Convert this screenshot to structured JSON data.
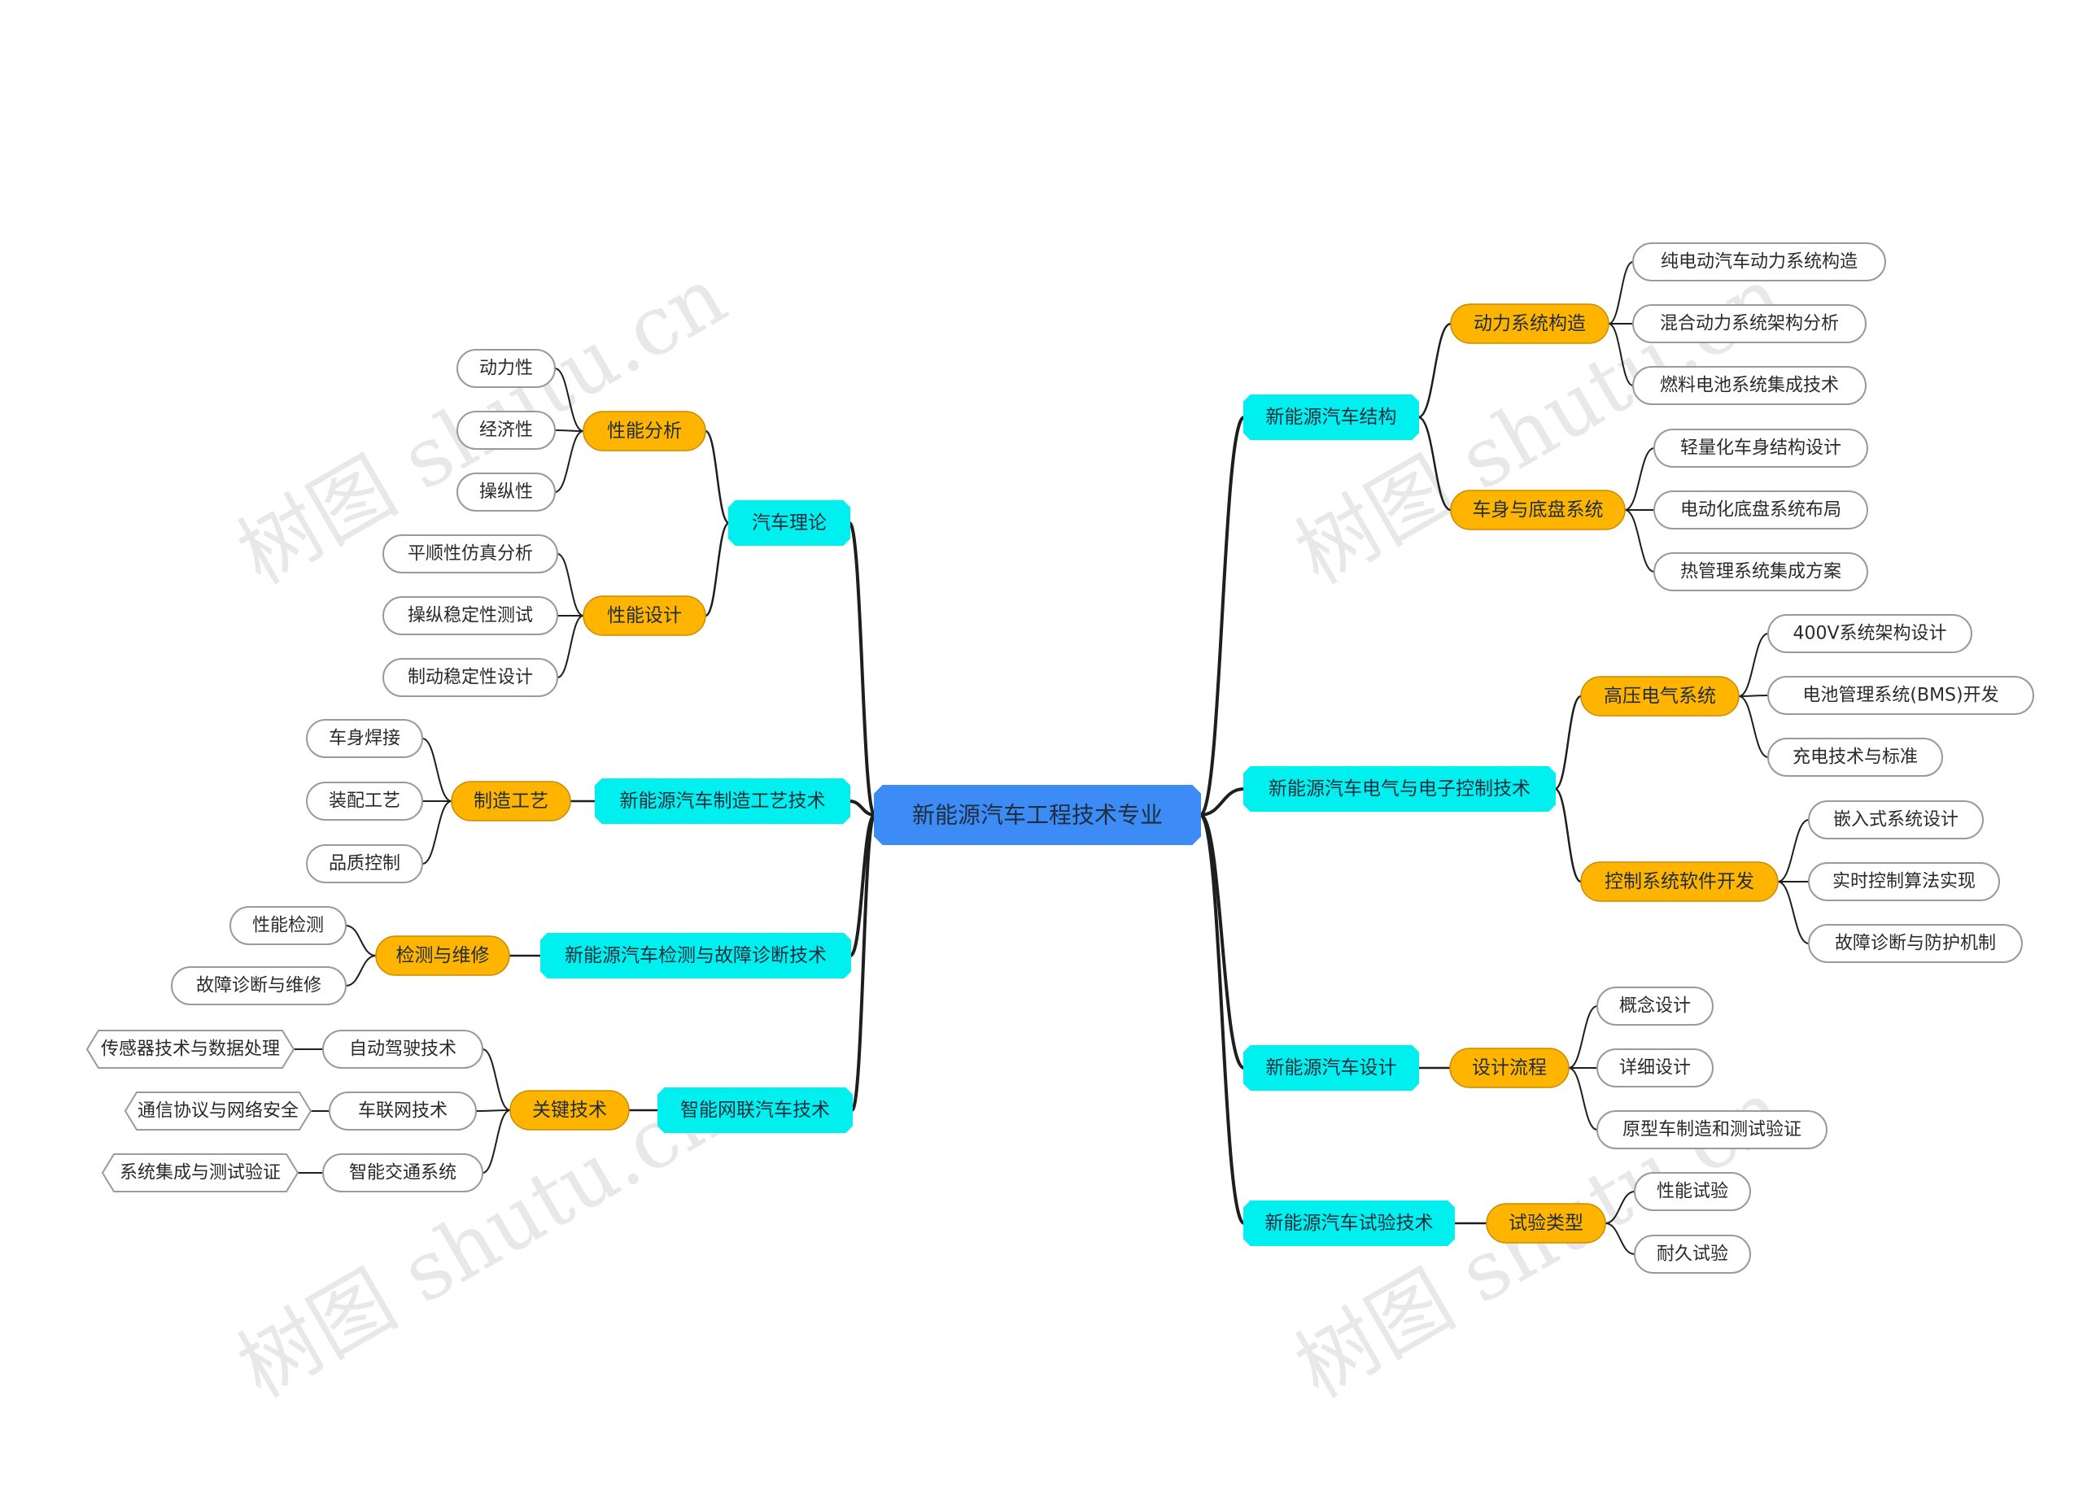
{
  "colors": {
    "root": "#3d8bf5",
    "level1": "#00f0f0",
    "level2": "#ffb400",
    "leaf_fill": "#ffffff",
    "leaf_stroke": "#9a9a9a",
    "line": "#1e1e1e",
    "watermark": "#d6d6d6"
  },
  "watermark": "树图 shutu.cn",
  "mindmap": {
    "root": "新能源汽车工程技术专业",
    "left": [
      {
        "label": "汽车理论",
        "children": [
          {
            "label": "性能分析",
            "children": [
              "动力性",
              "经济性",
              "操纵性"
            ]
          },
          {
            "label": "性能设计",
            "children": [
              "平顺性仿真分析",
              "操纵稳定性测试",
              "制动稳定性设计"
            ]
          }
        ]
      },
      {
        "label": "新能源汽车制造工艺技术",
        "children": [
          {
            "label": "制造工艺",
            "children": [
              "车身焊接",
              "装配工艺",
              "品质控制"
            ]
          }
        ]
      },
      {
        "label": "新能源汽车检测与故障诊断技术",
        "children": [
          {
            "label": "检测与维修",
            "children": [
              "性能检测",
              "故障诊断与维修"
            ]
          }
        ]
      },
      {
        "label": "智能网联汽车技术",
        "children": [
          {
            "label": "关键技术",
            "children": [
              {
                "label": "自动驾驶技术",
                "children": [
                  "传感器技术与数据处理"
                ]
              },
              {
                "label": "车联网技术",
                "children": [
                  "通信协议与网络安全"
                ]
              },
              {
                "label": "智能交通系统",
                "children": [
                  "系统集成与测试验证"
                ]
              }
            ]
          }
        ]
      }
    ],
    "right": [
      {
        "label": "新能源汽车结构",
        "children": [
          {
            "label": "动力系统构造",
            "children": [
              "纯电动汽车动力系统构造",
              "混合动力系统架构分析",
              "燃料电池系统集成技术"
            ]
          },
          {
            "label": "车身与底盘系统",
            "children": [
              "轻量化车身结构设计",
              "电动化底盘系统布局",
              "热管理系统集成方案"
            ]
          }
        ]
      },
      {
        "label": "新能源汽车电气与电子控制技术",
        "children": [
          {
            "label": "高压电气系统",
            "children": [
              "400V系统架构设计",
              "电池管理系统(BMS)开发",
              "充电技术与标准"
            ]
          },
          {
            "label": "控制系统软件开发",
            "children": [
              "嵌入式系统设计",
              "实时控制算法实现",
              "故障诊断与防护机制"
            ]
          }
        ]
      },
      {
        "label": "新能源汽车设计",
        "children": [
          {
            "label": "设计流程",
            "children": [
              "概念设计",
              "详细设计",
              "原型车制造和测试验证"
            ]
          }
        ]
      },
      {
        "label": "新能源汽车试验技术",
        "children": [
          {
            "label": "试验类型",
            "children": [
              "性能试验",
              "耐久试验"
            ]
          }
        ]
      }
    ]
  }
}
